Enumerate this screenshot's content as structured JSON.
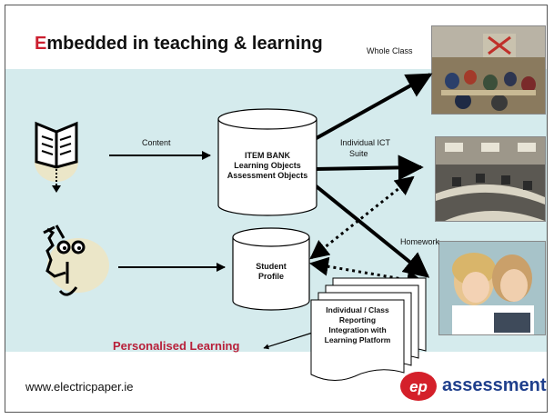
{
  "slide": {
    "title_first_letter": "E",
    "title_rest": "mbedded in teaching & learning",
    "url": "www.electricpaper.ie",
    "footer_label": "Personalised Learning"
  },
  "diagram": {
    "arrow_labels": {
      "content": "Content",
      "whole_class": "Whole Class",
      "individual_ict_line1": "Individual ICT",
      "individual_ict_line2": "Suite",
      "homework": "Homework"
    },
    "item_bank": {
      "line1": "ITEM BANK",
      "line2": "Learning Objects",
      "line3": "Assessment Objects"
    },
    "student_profile": {
      "line1": "Student",
      "line2": "Profile"
    },
    "reporting": {
      "line1": "Individual / Class",
      "line2": "Reporting",
      "line3": "Integration with",
      "line4": "Learning Platform"
    }
  },
  "logo": {
    "mark": "ep",
    "text": "assessment",
    "mark_color": "#d4202a",
    "text_color": "#1f3f8c"
  },
  "colors": {
    "band": "#d5ebed",
    "accent_red": "#cc1f2f"
  },
  "icons": {
    "book": "open-book-icon",
    "student": "student-face-icon"
  }
}
